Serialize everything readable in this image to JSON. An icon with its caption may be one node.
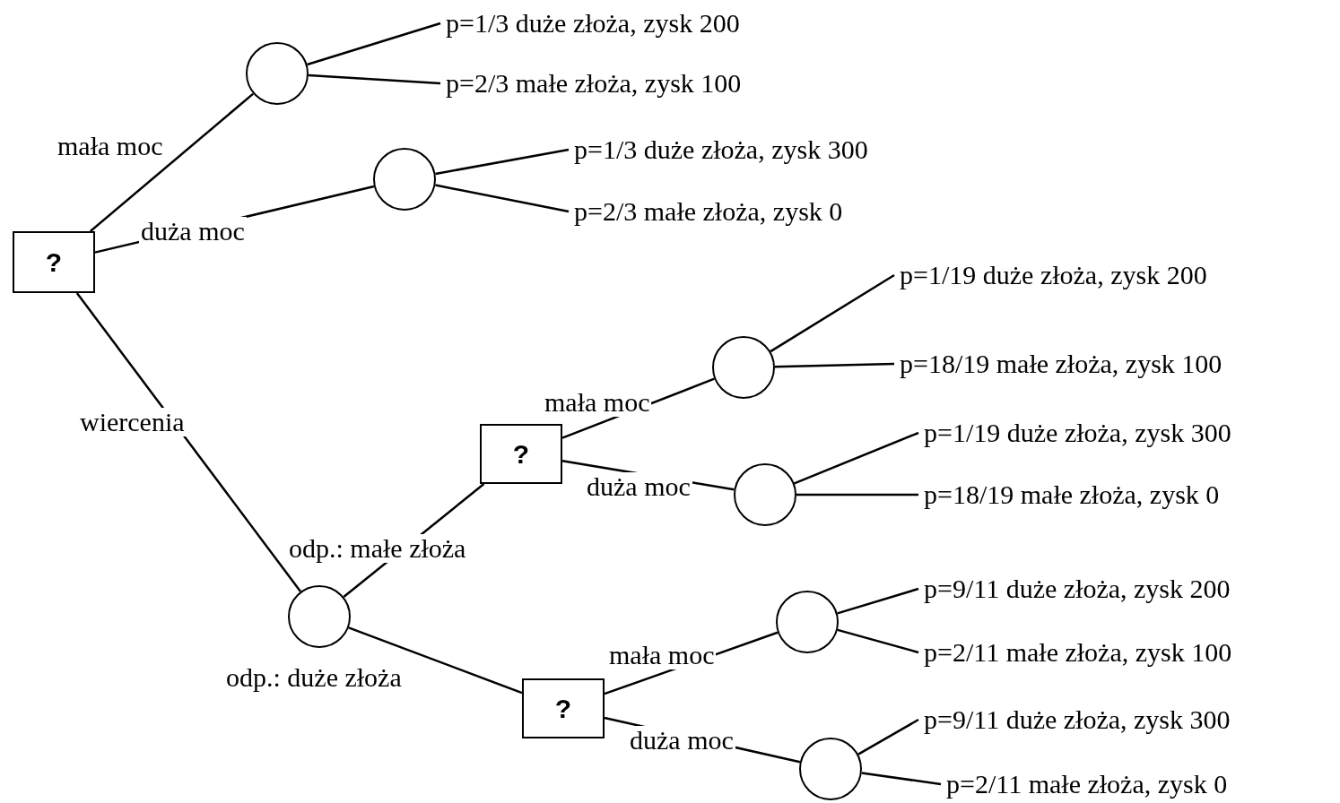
{
  "diagram": {
    "nodes": [
      {
        "text": [
          "?"
        ]
      },
      {
        "text": [],
        "shape": "circle"
      },
      {
        "text": [],
        "shape": "circle"
      },
      {
        "text": [],
        "shape": "circle"
      },
      {
        "text": [
          "?"
        ]
      },
      {
        "text": [],
        "shape": "circle"
      },
      {
        "text": [],
        "shape": "circle"
      },
      {
        "text": [
          "?"
        ]
      },
      {
        "text": [],
        "shape": "circle"
      },
      {
        "text": [],
        "shape": "circle"
      },
      {
        "text": [
          "p=1/3 duże złoża, zysk 200"
        ]
      },
      {
        "text": [
          "p=2/3 małe złoża, zysk 100"
        ]
      },
      {
        "text": [
          "p=1/3 duże złoża, zysk 300"
        ]
      },
      {
        "text": [
          "p=2/3 małe złoża, zysk 0"
        ]
      },
      {
        "text": [
          "p=1/19 duże złoża, zysk 200"
        ]
      },
      {
        "text": [
          "p=18/19 małe złoża, zysk 100"
        ]
      },
      {
        "text": [
          "p=1/19 duże złoża, zysk 300"
        ]
      },
      {
        "text": [
          "p=18/19 małe złoża, zysk 0"
        ]
      },
      {
        "text": [
          "p=9/11 duże złoża, zysk 200"
        ]
      },
      {
        "text": [
          "p=2/11 małe złoża, zysk 100"
        ]
      },
      {
        "text": [
          "p=9/11 duże złoża, zysk 300"
        ]
      },
      {
        "text": [
          "p=2/11 małe złoża, zysk 0"
        ]
      }
    ],
    "edges": [
      {
        "from": 0,
        "to": 1,
        "arrow": "none",
        "label": "mała moc"
      },
      {
        "from": 0,
        "to": 2,
        "arrow": "none",
        "label": "duża moc"
      },
      {
        "from": 0,
        "to": 3,
        "arrow": "none",
        "label": "wiercenia"
      },
      {
        "from": 1,
        "to": 10,
        "arrow": "none"
      },
      {
        "from": 1,
        "to": 11,
        "arrow": "none"
      },
      {
        "from": 2,
        "to": 12,
        "arrow": "none"
      },
      {
        "from": 2,
        "to": 13,
        "arrow": "none"
      },
      {
        "from": 3,
        "to": 4,
        "arrow": "none",
        "label": "odp.: małe złoża"
      },
      {
        "from": 3,
        "to": 7,
        "arrow": "none",
        "label": "odp.: duże złoża"
      },
      {
        "from": 4,
        "to": 5,
        "arrow": "none",
        "label": "mała moc"
      },
      {
        "from": 4,
        "to": 6,
        "arrow": "none",
        "label": "duża moc"
      },
      {
        "from": 5,
        "to": 14,
        "arrow": "none"
      },
      {
        "from": 5,
        "to": 15,
        "arrow": "none"
      },
      {
        "from": 6,
        "to": 16,
        "arrow": "none"
      },
      {
        "from": 6,
        "to": 17,
        "arrow": "none"
      },
      {
        "from": 7,
        "to": 8,
        "arrow": "none",
        "label": "mała moc"
      },
      {
        "from": 7,
        "to": 9,
        "arrow": "none",
        "label": "duża moc"
      },
      {
        "from": 8,
        "to": 18,
        "arrow": "none"
      },
      {
        "from": 8,
        "to": 19,
        "arrow": "none"
      },
      {
        "from": 9,
        "to": 20,
        "arrow": "none"
      },
      {
        "from": 9,
        "to": 21,
        "arrow": "none"
      }
    ]
  }
}
